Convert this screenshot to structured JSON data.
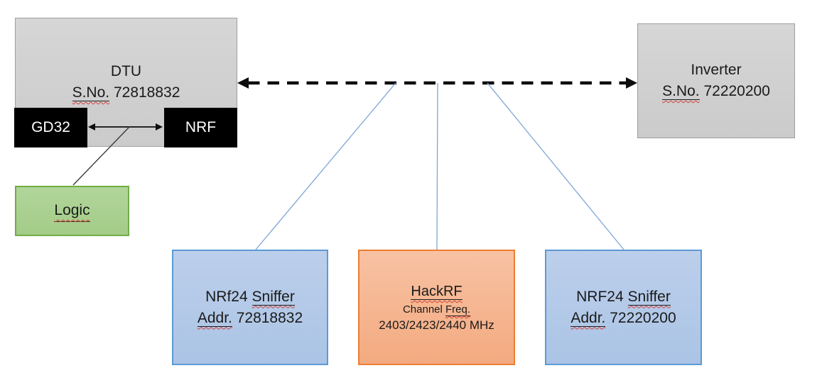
{
  "colors": {
    "gray_fill": "#d6d6d6",
    "gray_border": "#9e9e9e",
    "black_fill": "#000000",
    "green_fill": "#a4cc88",
    "green_border": "#70ad47",
    "blue_fill": "#abc4e5",
    "blue_border": "#5b9bd5",
    "orange_fill": "#f3aa80",
    "orange_border": "#ed7d31",
    "connector_blue": "#7ea6d3",
    "squiggle_red": "#d43f3a"
  },
  "nodes": {
    "dtu": {
      "title": "DTU",
      "serial_label": "S.No.",
      "serial_number": "72818832"
    },
    "gd32": {
      "label": "GD32"
    },
    "nrf": {
      "label": "NRF"
    },
    "logic": {
      "label": "Logic"
    },
    "inverter": {
      "title": "Inverter",
      "serial_label": "S.No.",
      "serial_number": "72220200"
    },
    "sniffer_left": {
      "model": "NRf24",
      "name": "Sniffer",
      "addr_label": "Addr.",
      "addr_number": "72818832"
    },
    "hackrf": {
      "title": "HackRF",
      "channel_word": "Channel",
      "freq_word": "Freq.",
      "frequencies": "2403/2423/2440 MHz"
    },
    "sniffer_right": {
      "model": "NRF24",
      "name": "Sniffer",
      "addr_label": "Addr.",
      "addr_number": "72220200"
    }
  }
}
